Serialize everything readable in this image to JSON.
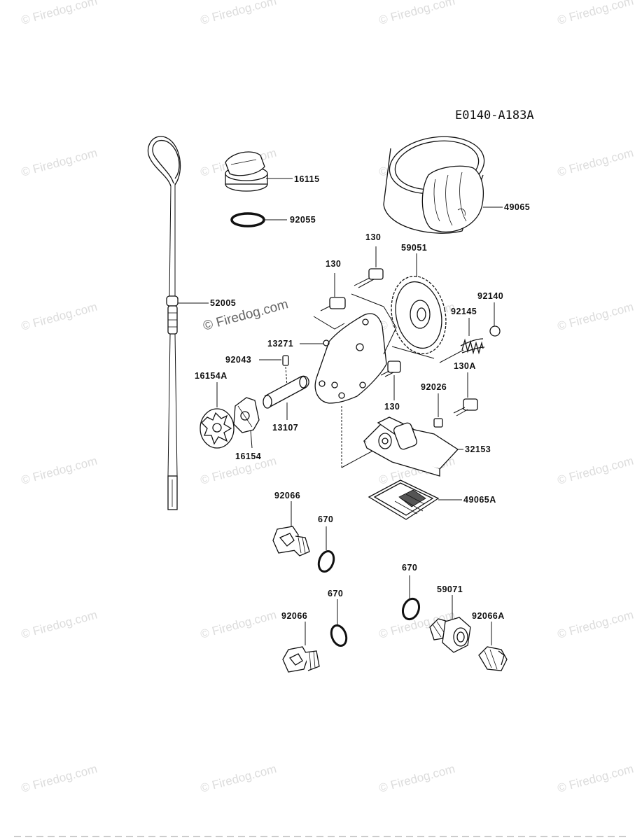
{
  "diagram_code": "E0140-A183A",
  "watermark": "© Firedog.com",
  "parts": {
    "p16115": "16115",
    "p92055": "92055",
    "p49065": "49065",
    "p130_a": "130",
    "p130_b": "130",
    "p59051": "59051",
    "p92140": "92140",
    "p92145": "92145",
    "p52005": "52005",
    "p13271": "13271",
    "p92043": "92043",
    "p16154A": "16154A",
    "p130_c": "130",
    "p130A": "130A",
    "p92026": "92026",
    "p13107": "13107",
    "p16154": "16154",
    "p32153": "32153",
    "p49065A": "49065A",
    "p92066": "92066",
    "p670_a": "670",
    "p670_b": "670",
    "p670_c": "670",
    "p59071": "59071",
    "p92066_b": "92066",
    "p92066A": "92066A"
  }
}
